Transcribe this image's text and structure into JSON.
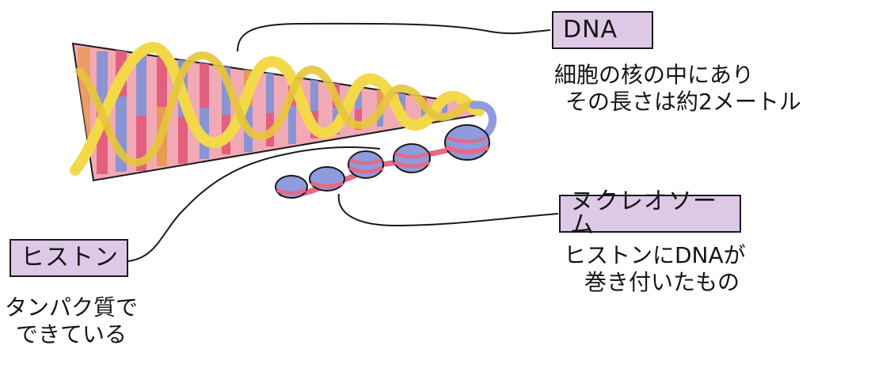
{
  "labels": {
    "dna": {
      "title": "DNA",
      "lines": [
        "細胞の核の中にあり",
        "その長さは約2メートル"
      ]
    },
    "nucleosome": {
      "title": "ヌクレオソーム",
      "lines": [
        "ヒストンにDNAが",
        "巻き付いたもの"
      ]
    },
    "histone": {
      "title": "ヒストン",
      "lines": [
        "タンパク質で",
        "できている"
      ]
    }
  },
  "colors": {
    "box_fill": "#ddc9e6",
    "strand_yellow": "#f3d84a",
    "cone_pink": "#f2a9b6",
    "base_pink": "#e2607d",
    "base_blue": "#8a94d2",
    "base_orange": "#e79a55",
    "bead_blue": "#8f9bdc",
    "bead_pink": "#e46a86"
  }
}
